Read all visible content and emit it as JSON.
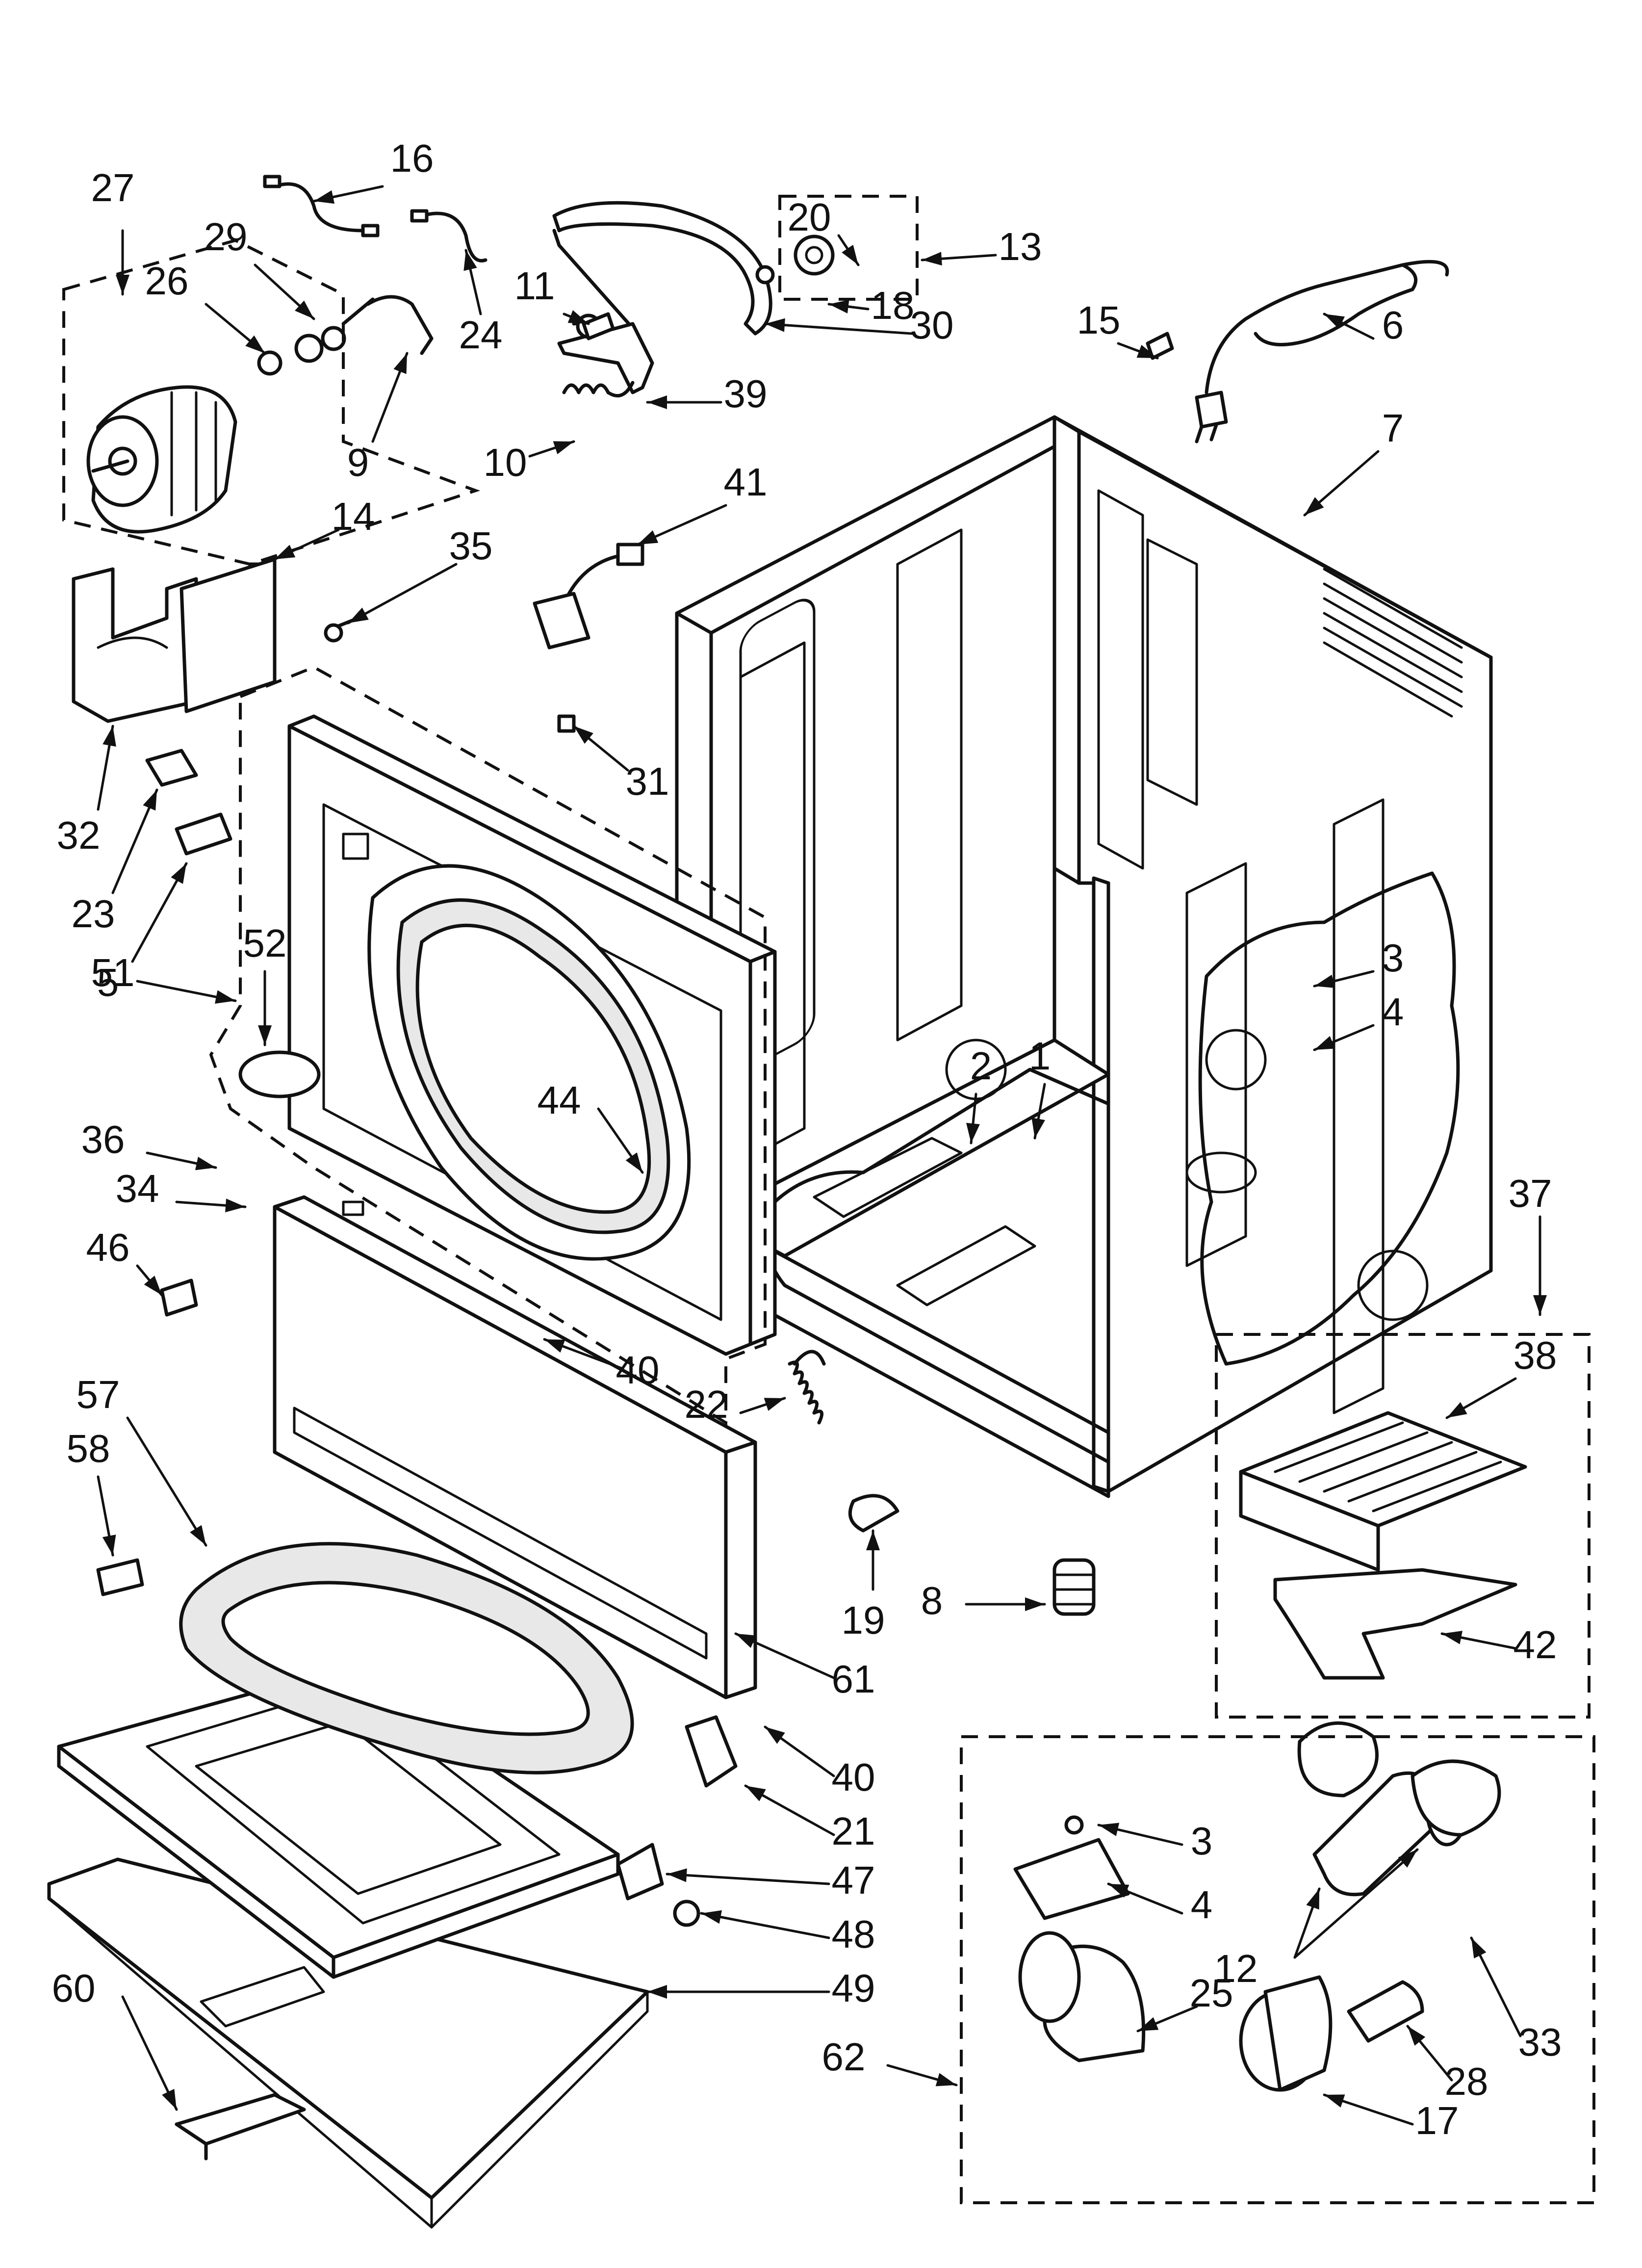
{
  "callouts": [
    {
      "id": "c1",
      "text": "1"
    },
    {
      "id": "c2",
      "text": "2"
    },
    {
      "id": "c3a",
      "text": "3"
    },
    {
      "id": "c3b",
      "text": "3"
    },
    {
      "id": "c4a",
      "text": "4"
    },
    {
      "id": "c4b",
      "text": "4"
    },
    {
      "id": "c5",
      "text": "5"
    },
    {
      "id": "c6",
      "text": "6"
    },
    {
      "id": "c7",
      "text": "7"
    },
    {
      "id": "c8",
      "text": "8"
    },
    {
      "id": "c9",
      "text": "9"
    },
    {
      "id": "c10",
      "text": "10"
    },
    {
      "id": "c11",
      "text": "11"
    },
    {
      "id": "c12",
      "text": "12"
    },
    {
      "id": "c13",
      "text": "13"
    },
    {
      "id": "c14",
      "text": "14"
    },
    {
      "id": "c15",
      "text": "15"
    },
    {
      "id": "c16",
      "text": "16"
    },
    {
      "id": "c17",
      "text": "17"
    },
    {
      "id": "c18",
      "text": "18"
    },
    {
      "id": "c19",
      "text": "19"
    },
    {
      "id": "c20",
      "text": "20"
    },
    {
      "id": "c21",
      "text": "21"
    },
    {
      "id": "c22",
      "text": "22"
    },
    {
      "id": "c23",
      "text": "23"
    },
    {
      "id": "c24",
      "text": "24"
    },
    {
      "id": "c25",
      "text": "25"
    },
    {
      "id": "c26",
      "text": "26"
    },
    {
      "id": "c27",
      "text": "27"
    },
    {
      "id": "c28",
      "text": "28"
    },
    {
      "id": "c29",
      "text": "29"
    },
    {
      "id": "c30",
      "text": "30"
    },
    {
      "id": "c31",
      "text": "31"
    },
    {
      "id": "c32",
      "text": "32"
    },
    {
      "id": "c33",
      "text": "33"
    },
    {
      "id": "c34",
      "text": "34"
    },
    {
      "id": "c35",
      "text": "35"
    },
    {
      "id": "c36",
      "text": "36"
    },
    {
      "id": "c37",
      "text": "37"
    },
    {
      "id": "c38",
      "text": "38"
    },
    {
      "id": "c39",
      "text": "39"
    },
    {
      "id": "c40a",
      "text": "40"
    },
    {
      "id": "c40b",
      "text": "40"
    },
    {
      "id": "c41",
      "text": "41"
    },
    {
      "id": "c42",
      "text": "42"
    },
    {
      "id": "c44",
      "text": "44"
    },
    {
      "id": "c46",
      "text": "46"
    },
    {
      "id": "c47",
      "text": "47"
    },
    {
      "id": "c48",
      "text": "48"
    },
    {
      "id": "c49",
      "text": "49"
    },
    {
      "id": "c51",
      "text": "51"
    },
    {
      "id": "c52",
      "text": "52"
    },
    {
      "id": "c57",
      "text": "57"
    },
    {
      "id": "c58",
      "text": "58"
    },
    {
      "id": "c60",
      "text": "60"
    },
    {
      "id": "c61",
      "text": "61"
    },
    {
      "id": "c62",
      "text": "62"
    }
  ]
}
